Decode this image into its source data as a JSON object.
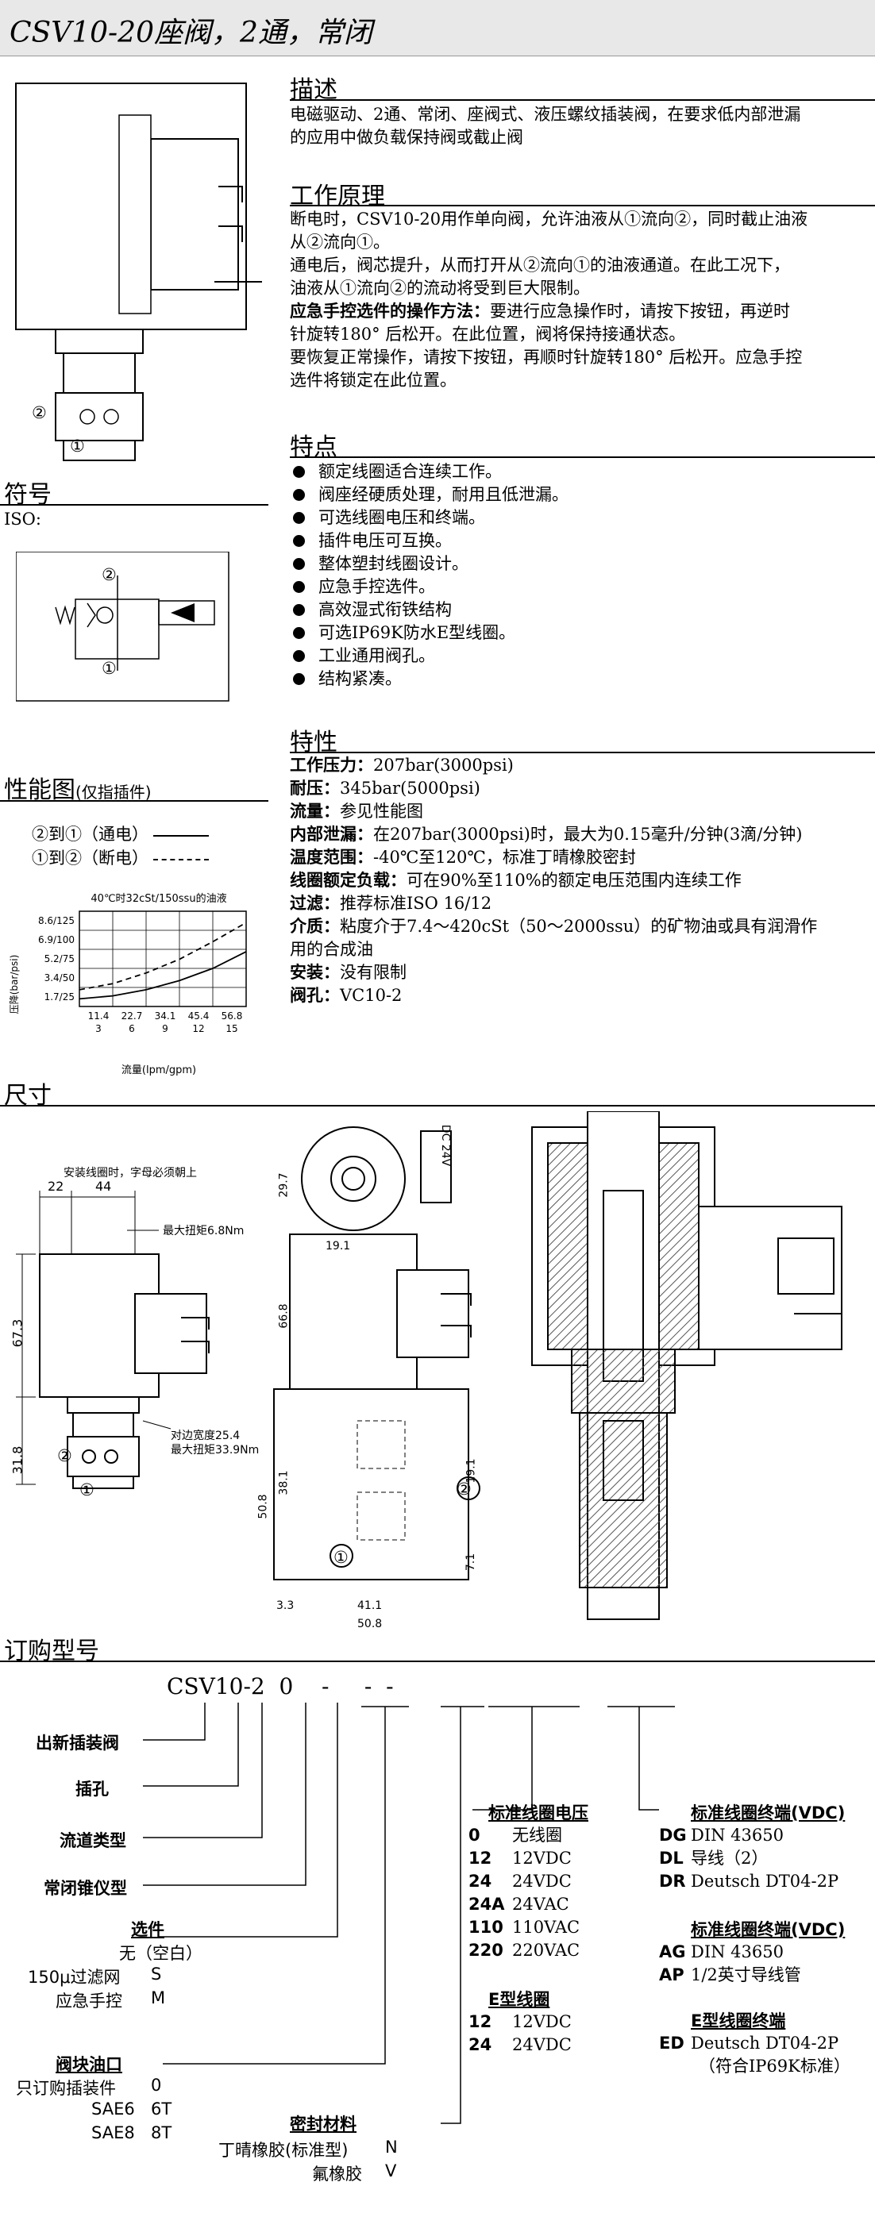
{
  "title": "CSV10-20座阀，2通，常闭",
  "description": {
    "heading": "描述",
    "lines": [
      "电磁驱动、2通、常闭、座阀式、液压螺纹插装阀，在要求低内部泄漏",
      "的应用中做负载保持阀或截止阀"
    ]
  },
  "principle": {
    "heading": "工作原理",
    "p1": [
      "断电时，CSV10-20用作单向阀，允许油液从①流向②，同时截止油液",
      "从②流向①。"
    ],
    "p2": [
      "通电后，阀芯提升，从而打开从②流向①的油液通道。在此工况下，",
      "油液从①流向②的流动将受到巨大限制。"
    ],
    "p3_bold": "应急手控选件的操作方法：",
    "p3": [
      "要进行应急操作时，请按下按钮，再逆时",
      "针旋转180° 后松开。在此位置，阀将保持接通状态。"
    ],
    "p4": [
      "要恢复正常操作，请按下按钮，再顺时针旋转180° 后松开。应急手控",
      "选件将锁定在此位置。"
    ]
  },
  "features": {
    "heading": "特点",
    "items": [
      "额定线圈适合连续工作。",
      "阀座经硬质处理，耐用且低泄漏。",
      "可选线圈电压和终端。",
      "插件电压可互换。",
      "整体塑封线圈设计。",
      "应急手控选件。",
      "高效湿式衔铁结构",
      "可选IP69K防水E型线圈。",
      "工业通用阀孔。",
      "结构紧凑。"
    ]
  },
  "specs": {
    "heading": "特性",
    "rows": [
      {
        "k": "工作压力：",
        "v": "207bar(3000psi)"
      },
      {
        "k": "耐压：",
        "v": "345bar(5000psi)"
      },
      {
        "k": "流量：",
        "v": "参见性能图"
      },
      {
        "k": "内部泄漏：",
        "v": "在207bar(3000psi)时，最大为0.15毫升/分钟(3滴/分钟)"
      },
      {
        "k": "温度范围：",
        "v": "-40℃至120℃，标准丁晴橡胶密封"
      },
      {
        "k": "线圈额定负载：",
        "v": "可在90%至110%的额定电压范围内连续工作"
      },
      {
        "k": "过滤：",
        "v": "推荐标准ISO 16/12"
      },
      {
        "k": "介质：",
        "v": "粘度介于7.4～420cSt（50～2000ssu）的矿物油或具有润滑作"
      },
      {
        "k": "",
        "v": "用的合成油"
      },
      {
        "k": "安装：",
        "v": "没有限制"
      },
      {
        "k": "阀孔：",
        "v": "VC10-2"
      }
    ]
  },
  "symbol": {
    "heading": "符号",
    "iso": "ISO:",
    "port1": "①",
    "port2": "②"
  },
  "perf": {
    "heading": "性能图",
    "note": "(仅指插件)",
    "legend1": "②到①（通电）",
    "legend2": "①到②（断电）"
  },
  "chart_data": {
    "type": "line",
    "title": "40℃时32cSt/150ssu的油液",
    "ylabel": "压降(bar/psi)",
    "xlabel": "流量(lpm/gpm)",
    "yticks": [
      "8.6/125",
      "6.9/100",
      "5.2/75",
      "3.4/50",
      "1.7/25"
    ],
    "xticks_top": [
      "11.4",
      "22.7",
      "34.1",
      "45.4",
      "56.8"
    ],
    "xticks_bottom": [
      "3",
      "6",
      "9",
      "12",
      "15"
    ],
    "xlim": [
      0,
      15
    ],
    "ylim": [
      0,
      125
    ],
    "series": [
      {
        "style": "solid",
        "x": [
          0,
          3,
          6,
          9,
          12,
          15
        ],
        "y": [
          10,
          14,
          22,
          34,
          50,
          72
        ]
      },
      {
        "style": "dashed",
        "x": [
          0,
          3,
          6,
          9,
          12,
          15
        ],
        "y": [
          22,
          30,
          44,
          62,
          85,
          110
        ]
      }
    ]
  },
  "dimensions": {
    "heading": "尺寸",
    "note_top": "安装线圈时，字母必须朝上",
    "d22": "22",
    "d44": "44",
    "torque1": "最大扭矩6.8Nm",
    "d673": "67.3",
    "d318": "31.8",
    "wrench": "对边宽度25.4",
    "torque2": "最大扭矩33.9Nm",
    "port1": "①",
    "port2": "②",
    "d297": "29.7",
    "d191a": "19.1",
    "d668": "66.8",
    "coil_label": "DC 24V",
    "d508a": "50.8",
    "d381": "38.1",
    "d191b": "19.1",
    "d71": "7.1",
    "d33": "3.3",
    "d411": "41.1",
    "d508b": "50.8"
  },
  "order": {
    "heading": "订购型号",
    "model": "CSV10-2  0    -     -  -",
    "left_labels": [
      "出新插装阀",
      "插孔",
      "流道类型",
      "常闭锥仪型"
    ],
    "options": {
      "head": "选件",
      "rows": [
        [
          "无（空白）",
          ""
        ],
        [
          "150μ过滤网",
          "S"
        ],
        [
          "应急手控",
          "M"
        ]
      ]
    },
    "ports": {
      "head": "阀块油口",
      "rows": [
        [
          "只订购插装件",
          "0"
        ],
        [
          "SAE6",
          "6T"
        ],
        [
          "SAE8",
          "8T"
        ]
      ]
    },
    "seal": {
      "head": "密封材料",
      "rows": [
        [
          "丁晴橡胶(标准型)",
          "N"
        ],
        [
          "氟橡胶",
          "V"
        ]
      ]
    },
    "voltage": {
      "head": "标准线圈电压",
      "rows": [
        [
          "0",
          "无线圈"
        ],
        [
          "12",
          "12VDC"
        ],
        [
          "24",
          "24VDC"
        ],
        [
          "24A",
          "24VAC"
        ],
        [
          "110",
          "110VAC"
        ],
        [
          "220",
          "220VAC"
        ]
      ]
    },
    "ecoil": {
      "head": "E型线圈",
      "rows": [
        [
          "12",
          "12VDC"
        ],
        [
          "24",
          "24VDC"
        ]
      ]
    },
    "term_dc": {
      "head": "标准线圈终端(VDC)",
      "rows": [
        [
          "DG",
          "DIN 43650"
        ],
        [
          "DL",
          "导线（2）"
        ],
        [
          "DR",
          "Deutsch DT04-2P"
        ]
      ]
    },
    "term_ac": {
      "head": "标准线圈终端(VDC)",
      "rows": [
        [
          "AG",
          "DIN 43650"
        ],
        [
          "AP",
          "1/2英寸导线管"
        ]
      ]
    },
    "term_e": {
      "head": "E型线圈终端",
      "rows": [
        [
          "ED",
          "Deutsch DT04-2P"
        ]
      ],
      "note": "（符合IP69K标准）"
    }
  },
  "colors": {
    "banner": "#e8e8e8",
    "line": "#000000",
    "hatch": "#555555"
  }
}
